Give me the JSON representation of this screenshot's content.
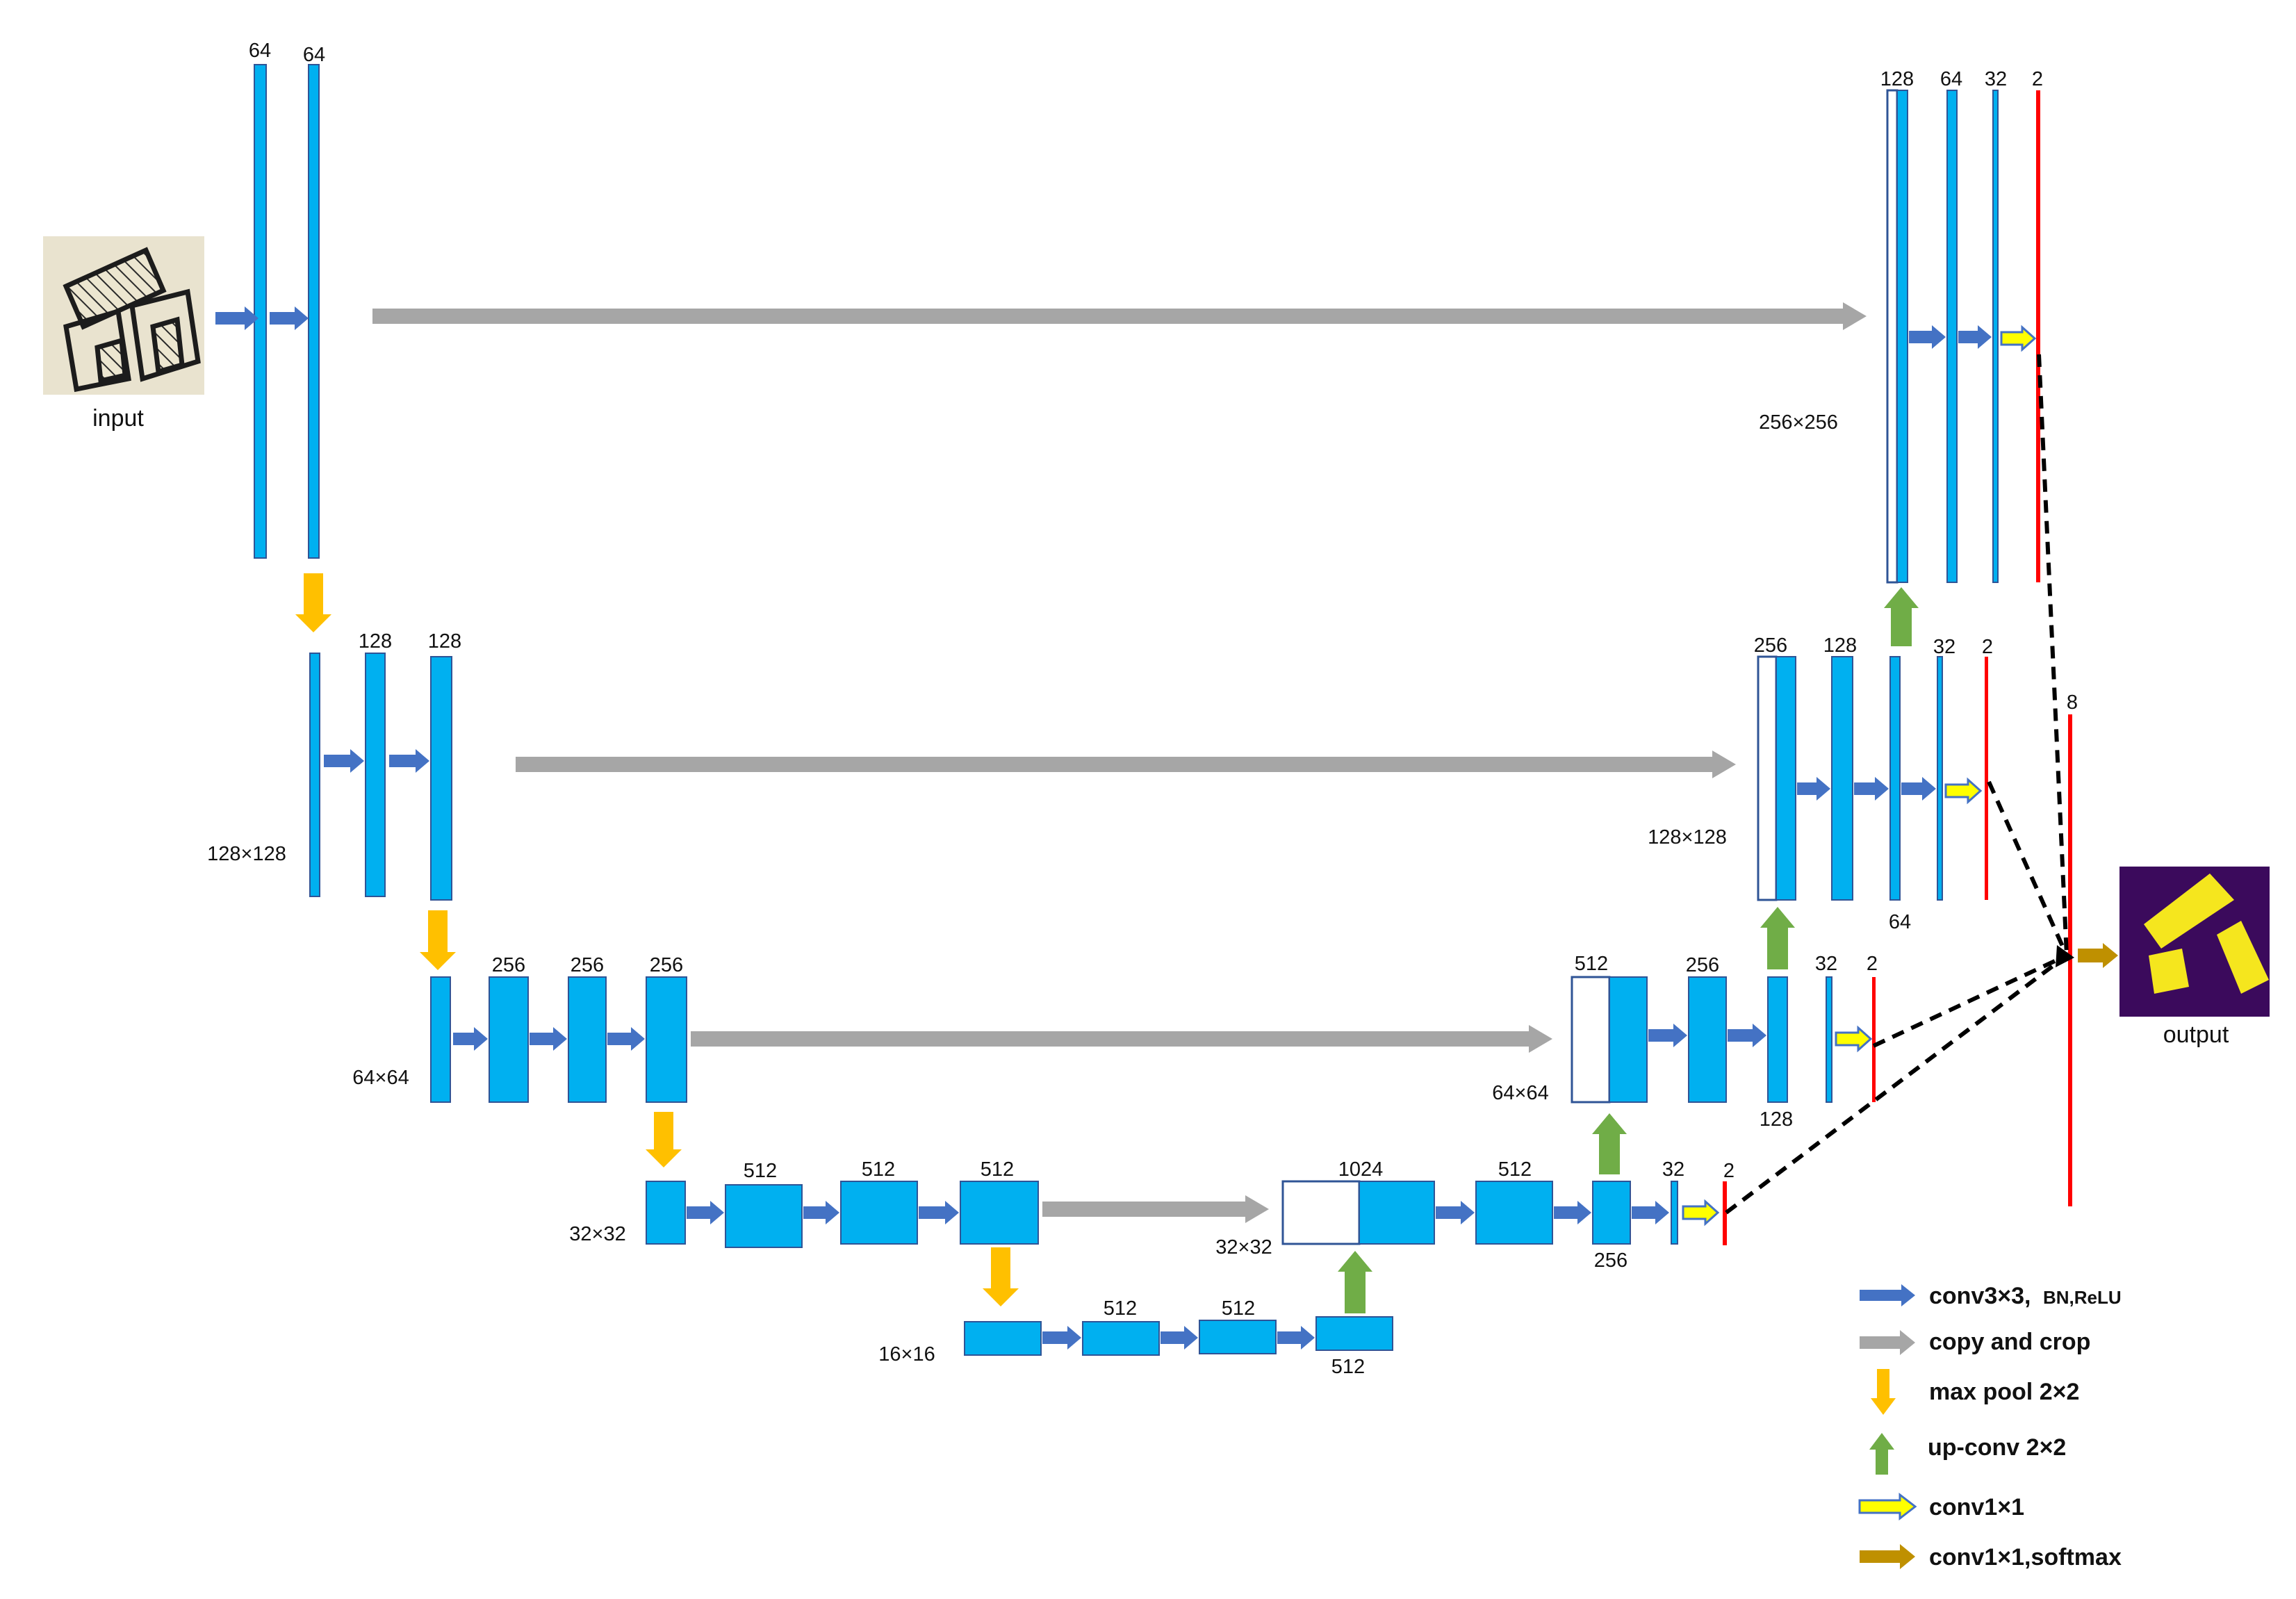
{
  "colors": {
    "feature_map": "#00b0f0",
    "feature_map_border": "#2f5496",
    "conv_arrow": "#4472c4",
    "copy_arrow": "#a6a6a6",
    "pool_arrow": "#ffc000",
    "upconv_arrow": "#70ad47",
    "conv1x1_arrow": "#ffff00",
    "softmax_arrow": "#bf9000",
    "output_map": "#ff0000",
    "output_bg": "#3b0a5c",
    "output_fg": "#f5e61e"
  },
  "images": {
    "input_label": "input",
    "output_label": "output"
  },
  "labels": {
    "l1_c1": "64",
    "l1_c2": "64",
    "l2_c1": "128",
    "l2_c2": "128",
    "l2_size": "128×128",
    "l3_c1": "256",
    "l3_c2": "256",
    "l3_c3": "256",
    "l3_size": "64×64",
    "l4_c1": "512",
    "l4_c2": "512",
    "l4_c3": "512",
    "l4_size": "32×32",
    "b_c1": "512",
    "b_c2": "512",
    "b_c3": "512",
    "b_size": "16×16",
    "u4_c1": "1024",
    "u4_c2": "512",
    "u4_c3": "256",
    "u4_c4": "32",
    "u4_c5": "2",
    "u4_size": "32×32",
    "u3_c1": "512",
    "u3_c2": "256",
    "u3_c3": "128",
    "u3_c4": "32",
    "u3_c5": "2",
    "u3_size": "64×64",
    "u2_c1": "256",
    "u2_c2": "128",
    "u2_c3": "64",
    "u2_c4": "32",
    "u2_c5": "2",
    "u2_size": "128×128",
    "u1_c1": "128",
    "u1_c2": "64",
    "u1_c3": "32",
    "u1_c4": "2",
    "u1_size": "256×256",
    "fuse_c": "8"
  },
  "legend": [
    {
      "icon": "conv-arrow",
      "text": "conv3×3,",
      "sub": "BN,ReLU"
    },
    {
      "icon": "copy-arrow",
      "text": "copy and crop"
    },
    {
      "icon": "pool-arrow",
      "text": "max pool 2×2"
    },
    {
      "icon": "upconv-arrow",
      "text": "up-conv 2×2"
    },
    {
      "icon": "conv1x1-arrow",
      "text": "conv1×1"
    },
    {
      "icon": "softmax-arrow",
      "text": "conv1×1,softmax"
    }
  ]
}
